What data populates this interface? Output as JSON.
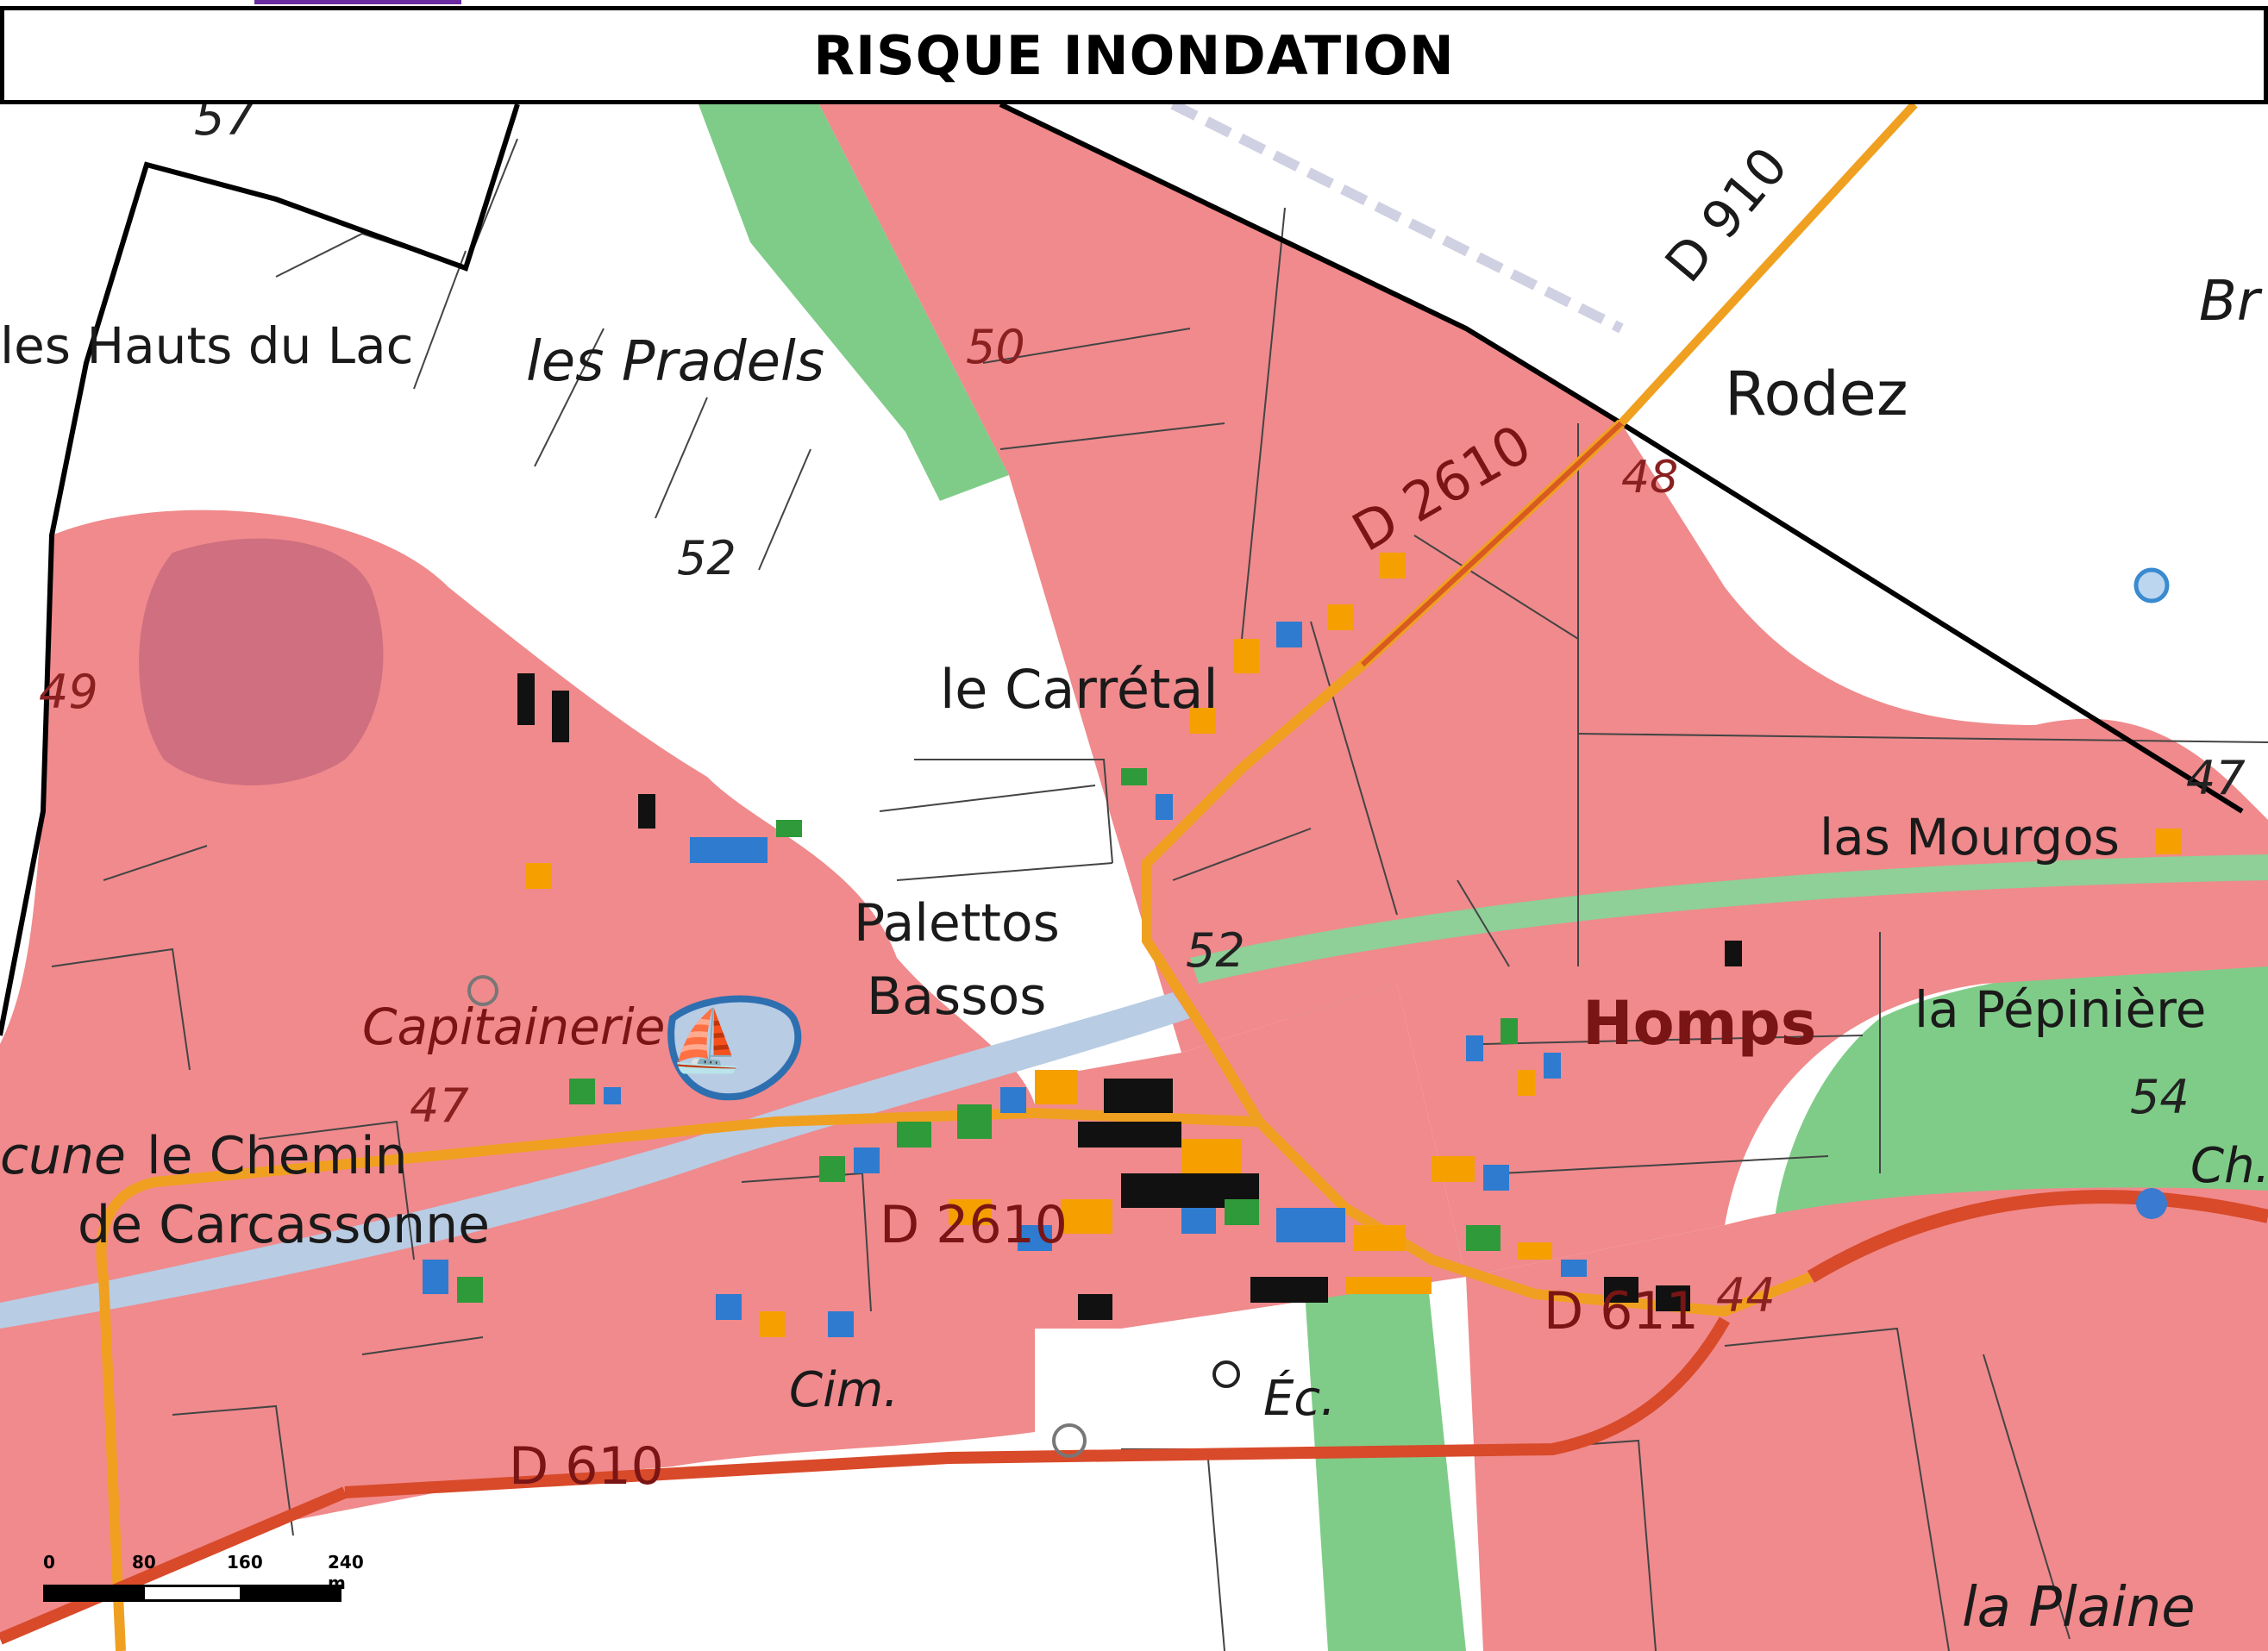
{
  "title": "RISQUE INONDATION",
  "colors": {
    "flood_red": "#f08a8c",
    "green_zone": "#7fcc88",
    "canal": "#b8cce4",
    "road_orange": "#f0a020",
    "road_red": "#d84a2a",
    "building_orange": "#f5a000",
    "building_blue": "#2e7bd0",
    "building_green": "#2e9a3a",
    "building_black": "#111111"
  },
  "place_labels": {
    "hauts_du_lac": "les Hauts du Lac",
    "pradels": "les Pradels",
    "rodez": "Rodez",
    "carretal": "le Carrétal",
    "palettos": "Palettos",
    "bassos": "Bassos",
    "capitainerie": "Capitainerie",
    "homps": "Homps",
    "pepiniere": "la Pépinière",
    "mourgos": "las Mourgos",
    "cune": "cune",
    "chemin": "le Chemin",
    "carcassonne": "de Carcassonne",
    "cim": "Cim.",
    "ec": "Éc.",
    "plaine": "la Plaine",
    "br": "Br",
    "ch": "Ch."
  },
  "road_labels": {
    "d910": "D 910",
    "d2610_north": "D 2610",
    "d2610_centre": "D 2610",
    "d610_west": "D 610",
    "d611": "D 611"
  },
  "altitudes": {
    "a57": "57",
    "a50": "50",
    "a48": "48",
    "a52_north": "52",
    "a52_canal": "52",
    "a49": "49",
    "a47_west": "47",
    "a47_east": "47",
    "a54": "54",
    "a44": "44"
  },
  "scale": {
    "ticks": [
      "0",
      "80",
      "160",
      "240 m"
    ]
  }
}
